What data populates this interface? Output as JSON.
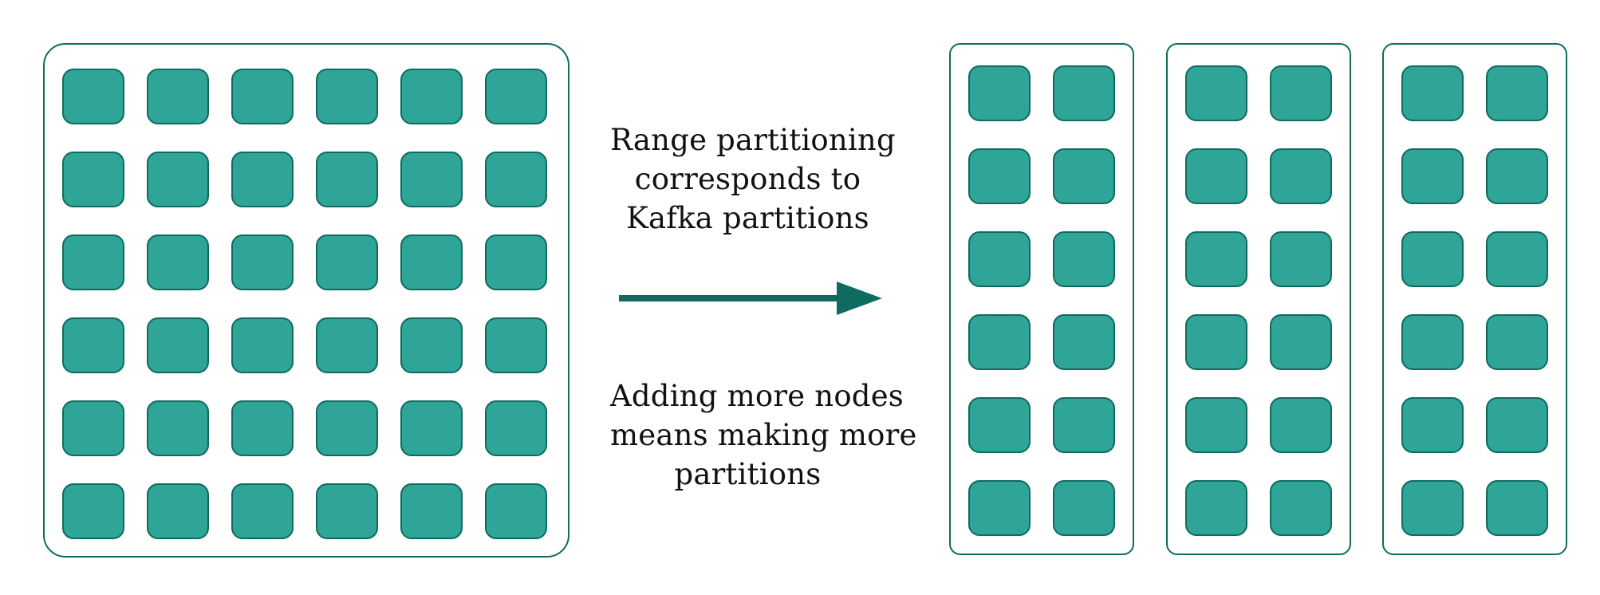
{
  "diagram": {
    "top_caption": "Range partitioning\ncorresponds to\nKafka partitions",
    "bottom_caption": "Adding more nodes\nmeans making more\npartitions",
    "colors": {
      "tile_fill": "#2ea596",
      "tile_border": "#0f6b5f",
      "arrow": "#0f6b5f",
      "container_border": "#0f6b5f"
    },
    "single_range": {
      "rows": 6,
      "columns": 6
    },
    "partitions": [
      {
        "rows": 6,
        "columns": 2
      },
      {
        "rows": 6,
        "columns": 2
      },
      {
        "rows": 6,
        "columns": 2
      }
    ]
  }
}
